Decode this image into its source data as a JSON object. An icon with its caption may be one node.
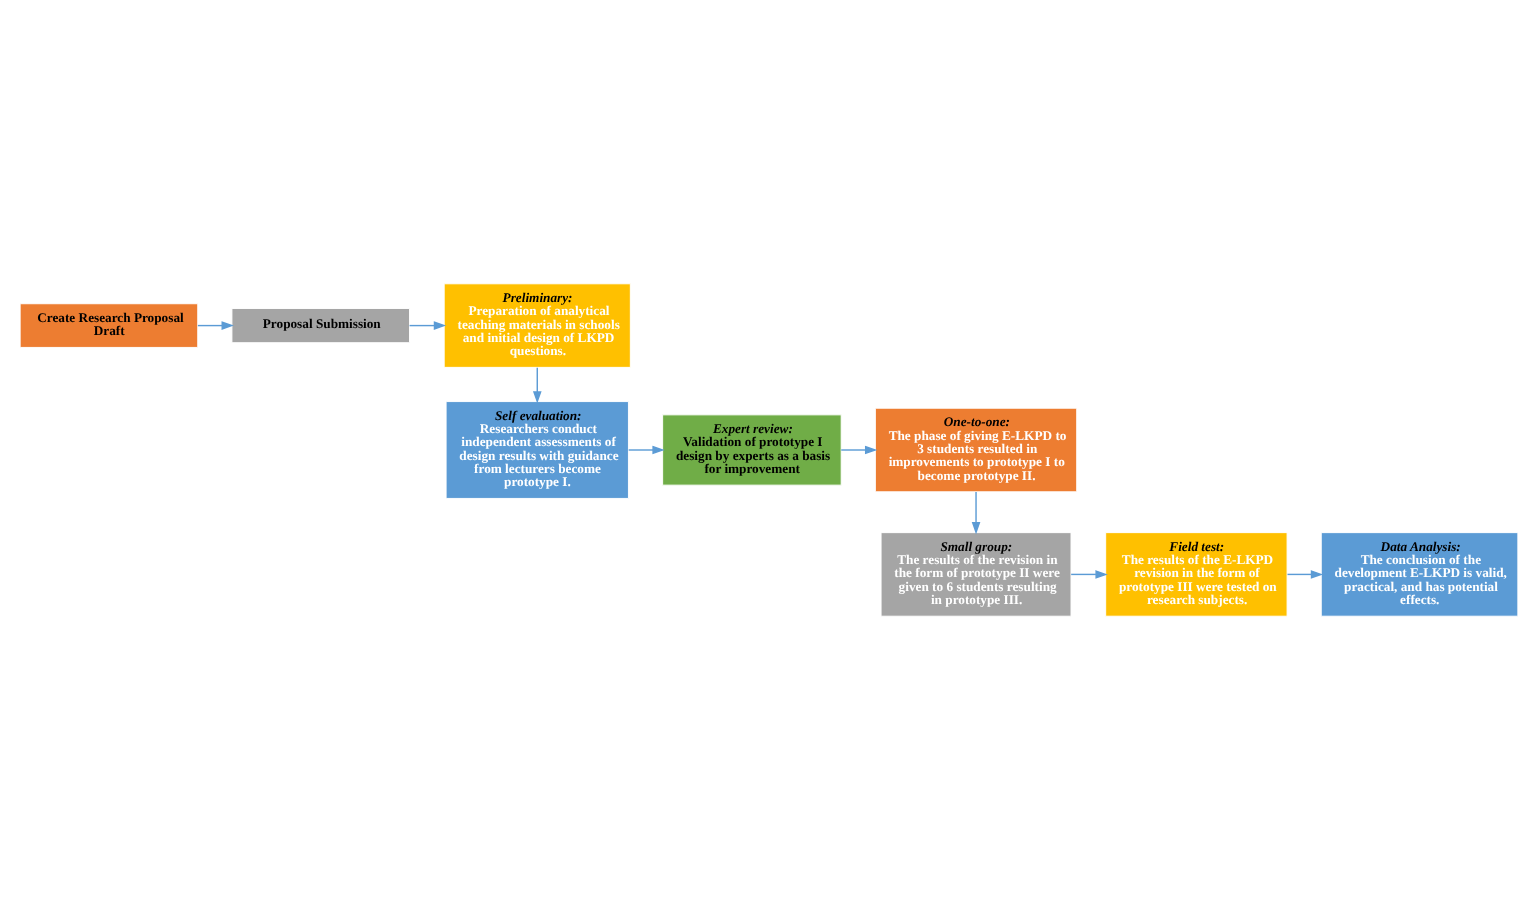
{
  "diagram": {
    "nodes": [
      {
        "text": [
          "Create Research Proposal Draft"
        ]
      },
      {
        "text": [
          "Proposal Submission"
        ]
      },
      {
        "text": [
          "Preliminary:",
          "Preparation of analytical teaching materials in schools and initial design of LKPD questions."
        ]
      },
      {
        "text": [
          "Self evaluation:",
          "Researchers conduct independent assessments of design results with guidance from lecturers become prototype I."
        ]
      },
      {
        "text": [
          "Expert review:",
          "Validation of prototype I design by experts as a basis for improvement"
        ]
      },
      {
        "text": [
          "One-to-one:",
          "The phase of giving E-LKPD to 3 students resulted in improvements to prototype I to become prototype II."
        ]
      },
      {
        "text": [
          "Small group:",
          "The results of the revision in the form of prototype II were given to 6 students resulting in prototype III."
        ]
      },
      {
        "text": [
          "Field test:",
          "The results of the E-LKPD revision in the form of prototype III were tested on research subjects."
        ]
      },
      {
        "text": [
          "Data Analysis:",
          "The conclusion of the development E-LKPD is valid, practical, and has potential effects."
        ]
      }
    ],
    "edges": [
      {
        "from": 0,
        "to": 1,
        "arrow": "to"
      },
      {
        "from": 1,
        "to": 2,
        "arrow": "to"
      },
      {
        "from": 2,
        "to": 3,
        "arrow": "to"
      },
      {
        "from": 3,
        "to": 4,
        "arrow": "to"
      },
      {
        "from": 4,
        "to": 5,
        "arrow": "to"
      },
      {
        "from": 5,
        "to": 6,
        "arrow": "to"
      },
      {
        "from": 6,
        "to": 7,
        "arrow": "to"
      },
      {
        "from": 7,
        "to": 8,
        "arrow": "to"
      }
    ]
  }
}
